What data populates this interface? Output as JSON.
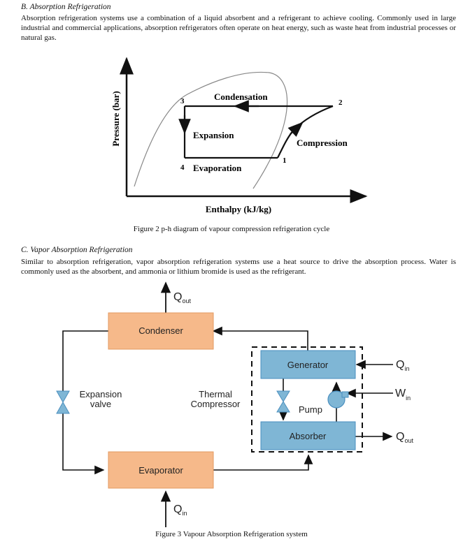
{
  "section_b": {
    "heading": "B.   Absorption Refrigeration",
    "paragraph": "Absorption refrigeration systems use a combination of a liquid absorbent and a refrigerant to achieve cooling. Commonly used in large industrial and commercial applications, absorption refrigerators often operate on heat energy, such as waste heat from industrial processes or natural gas."
  },
  "figure2": {
    "y_axis_label": "Pressure (bar)",
    "x_axis_label": "Enthalpy (kJ/kg)",
    "labels": {
      "condensation": "Condensation",
      "expansion": "Expansion",
      "compression": "Compression",
      "evaporation": "Evaporation"
    },
    "points": {
      "p1": "1",
      "p2": "2",
      "p3": "3",
      "p4": "4"
    },
    "caption": "Figure 2 p-h diagram of vapour compression refrigeration cycle"
  },
  "section_c": {
    "heading": "C.   Vapor Absorption Refrigeration",
    "paragraph": "Similar to absorption refrigeration, vapor absorption refrigeration systems use a heat source to drive the absorption process. Water is commonly used as the absorbent, and ammonia or lithium bromide is used as the refrigerant."
  },
  "figure3": {
    "condenser": "Condenser",
    "evaporator": "Evaporator",
    "generator": "Generator",
    "absorber": "Absorber",
    "pump": "Pump",
    "expansion_line1": "Expansion",
    "expansion_line2": "valve",
    "thermal_line1": "Thermal",
    "thermal_line2": "Compressor",
    "q": "Q",
    "w": "W",
    "sub_out": "out",
    "sub_in": "in",
    "caption": "Figure 3 Vapour Absorption Refrigeration system",
    "colors": {
      "orange_box": "#f6b98a",
      "blue_box": "#7fb6d5",
      "box_border": "#4a8fbf"
    }
  }
}
